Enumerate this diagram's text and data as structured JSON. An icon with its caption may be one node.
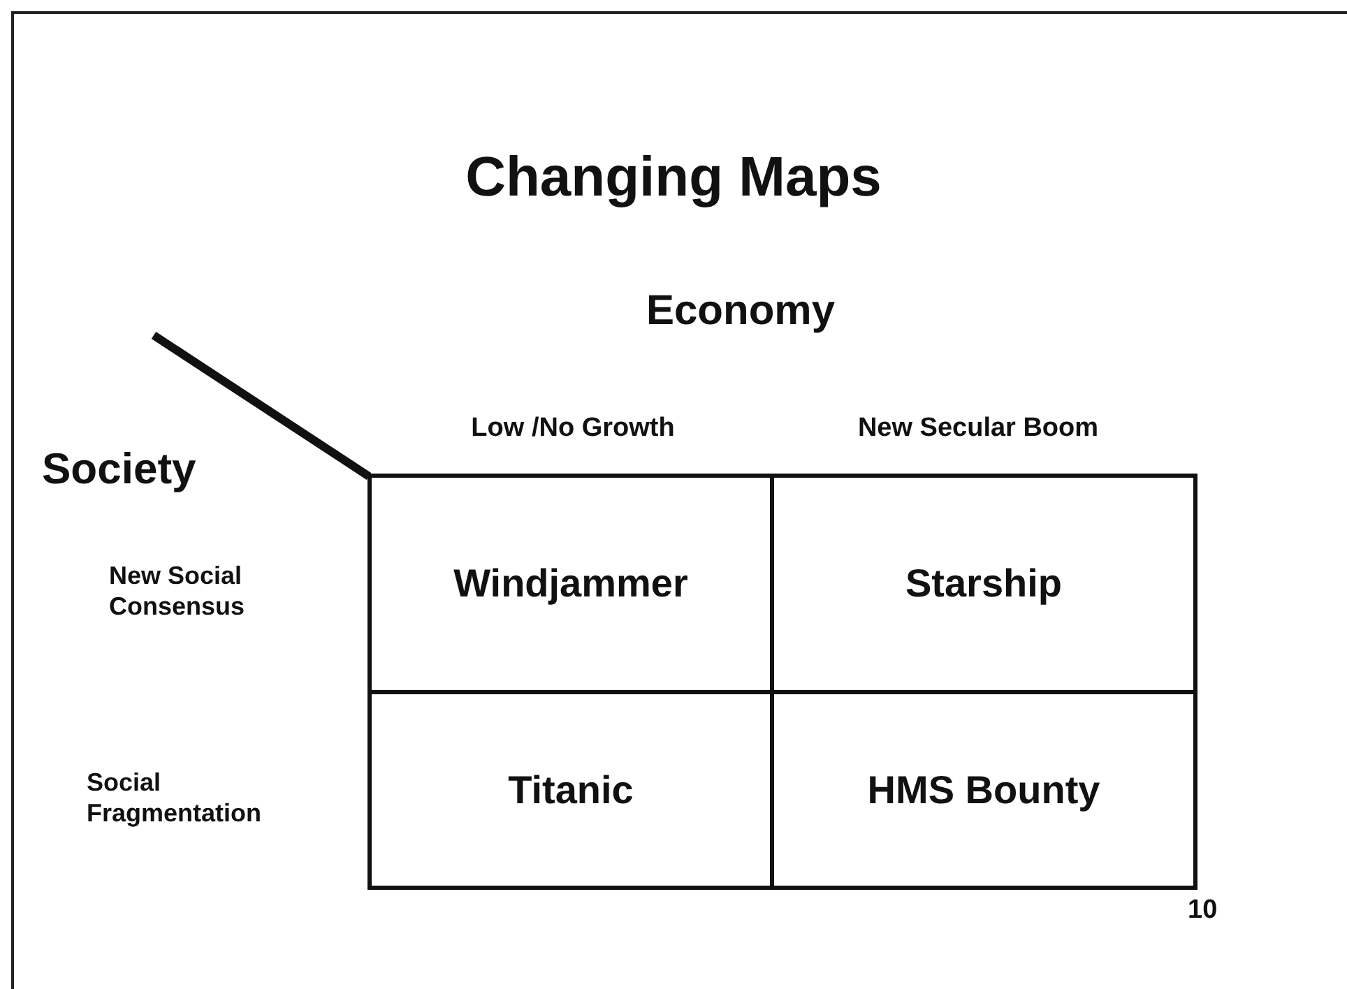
{
  "diagram": {
    "title": "Changing Maps",
    "labels": [
      "Economy",
      "Low /No Growth",
      "New Secular Boom",
      "Society",
      "New Social Consensus",
      "Windjammer",
      "Starship",
      "Social Fragmentation",
      "Titanic",
      "HMS Bounty",
      "10"
    ]
  }
}
